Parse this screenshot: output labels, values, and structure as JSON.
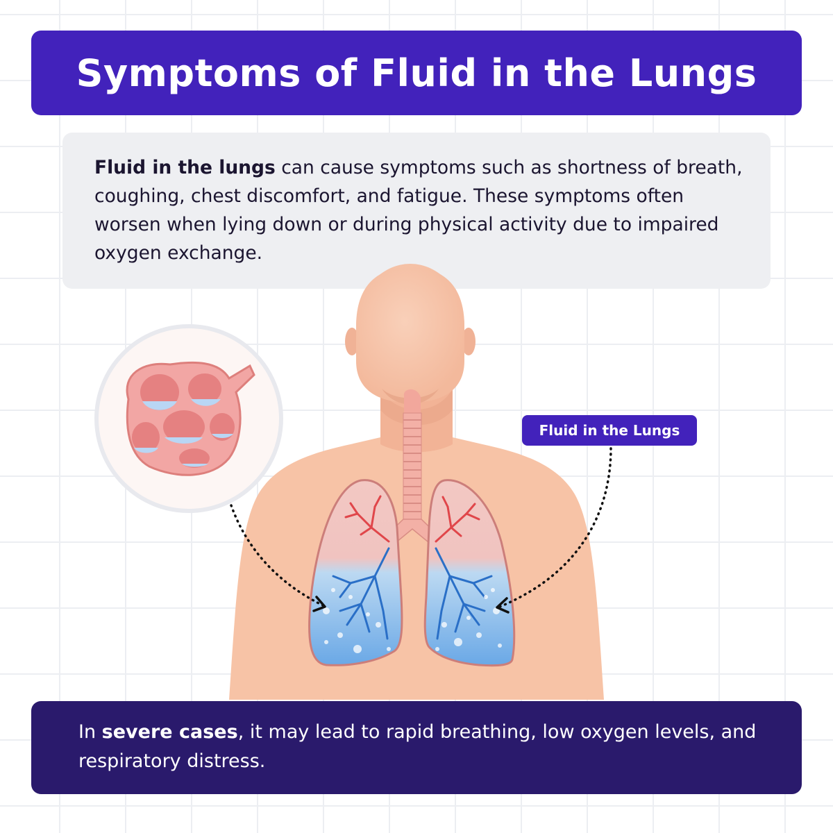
{
  "title": "Symptoms of Fluid in the Lungs",
  "intro": {
    "bold": "Fluid in the lungs",
    "text": " can cause symptoms such as shortness of breath, coughing, chest discomfort, and fatigue. These symptoms often worsen when lying down or during physical activity due to impaired oxygen exchange."
  },
  "label": "Fluid in the Lungs",
  "bottom": {
    "prefix": "In ",
    "bold": "severe cases",
    "suffix": ", it may lead to rapid breathing, low oxygen levels, and respiratory distress."
  },
  "colors": {
    "banner": "#4222bb",
    "bottom_box": "#2a1a6c",
    "skin": "#f7c3a6",
    "fluid": "#5b9fe0"
  },
  "icons": [
    "alveoli-icon",
    "human-torso-illustration",
    "lungs-illustration",
    "trachea-icon"
  ]
}
